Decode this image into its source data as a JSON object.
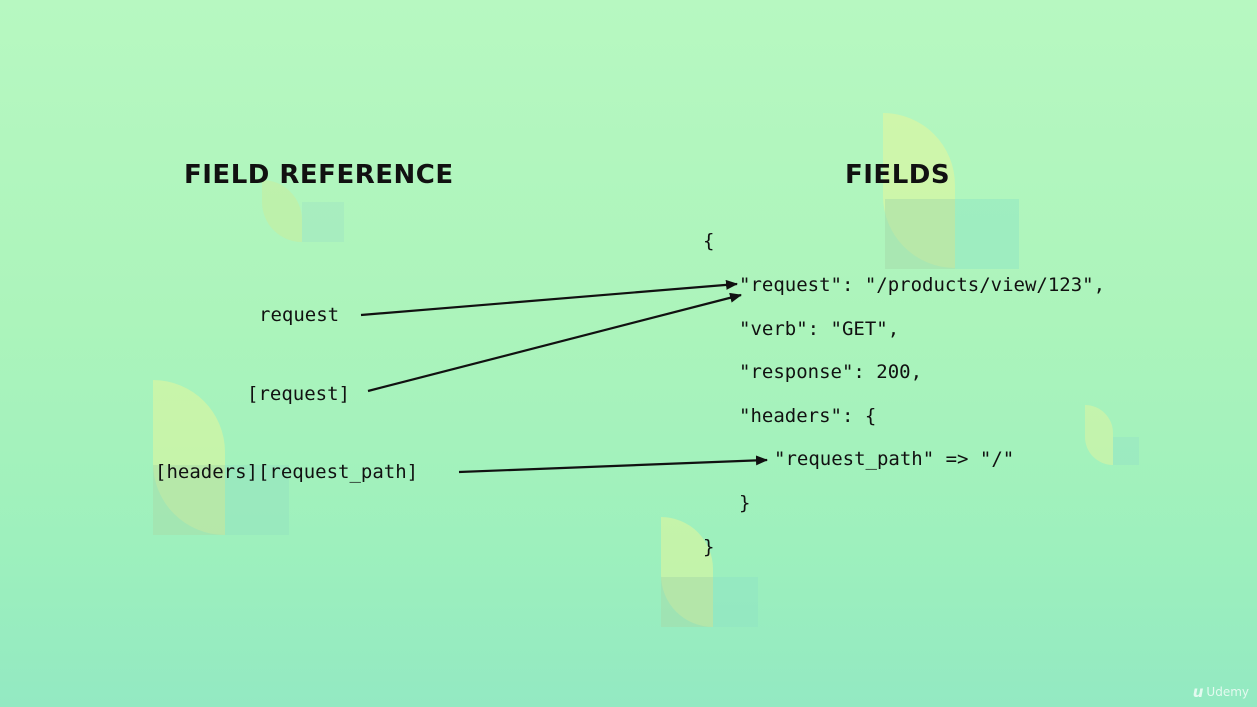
{
  "headings": {
    "field_reference": "FIELD REFERENCE",
    "fields": "FIELDS"
  },
  "references": {
    "request": "request",
    "bracket_request": "[request]",
    "headers_request_path": "[headers][request_path]"
  },
  "json_lines": {
    "open_brace": "{",
    "request_line": "\"request\": \"/products/view/123\",",
    "verb_line": "\"verb\": \"GET\",",
    "response_line": "\"response\": 200,",
    "headers_line": "\"headers\": {",
    "request_path_line": "\"request_path\" => \"/\"",
    "inner_close_brace": "}",
    "close_brace": "}"
  },
  "watermark": {
    "icon": "udemy-icon",
    "text": "Udemy"
  },
  "colors": {
    "background_top": "#b7f8c1",
    "background_bottom": "#93e9c2",
    "text": "#111111",
    "arrow": "#111111"
  }
}
